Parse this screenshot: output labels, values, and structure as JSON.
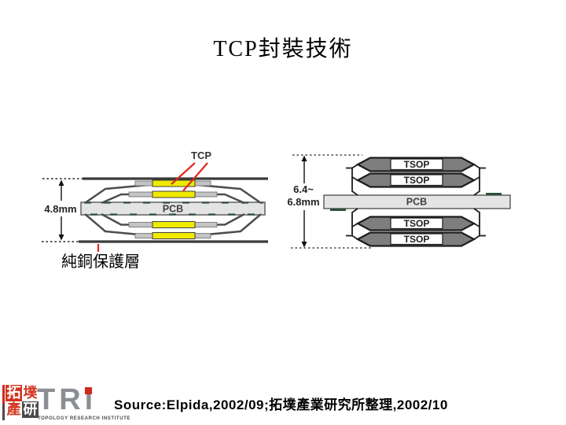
{
  "slide": {
    "title": "TCP封裝技術"
  },
  "left_diagram": {
    "tcp_label": "TCP",
    "dimension_label": "4.8mm",
    "pcb_label": "PCB",
    "copper_layer_label": "純銅保護層"
  },
  "right_diagram": {
    "dimension_label_line1": "6.4~",
    "dimension_label_line2": "6.8mm",
    "pcb_label": "PCB",
    "tsop_labels": [
      "TSOP",
      "TSOP",
      "TSOP",
      "TSOP"
    ]
  },
  "footer": {
    "source_text": "Source:Elpida,2002/09;拓墣產業研究所整理,2002/10"
  },
  "logo": {
    "zh_chars": [
      "拓",
      "墣",
      "產",
      "研"
    ],
    "brand": "TRi",
    "caption": "TOPOLOGY RESEARCH INSTITUTE"
  },
  "colors": {
    "tcp_chip_yellow": "#f0ea00",
    "tsop_gray": "#7e7e7e",
    "pcb_gray": "#e4e4e4",
    "copper_line_dark": "#3a3a3a",
    "leader_red": "#e0281e",
    "solder_green": "#2f5038",
    "logo_red": "#cf2a1b",
    "logo_gray": "#8b8f94"
  }
}
